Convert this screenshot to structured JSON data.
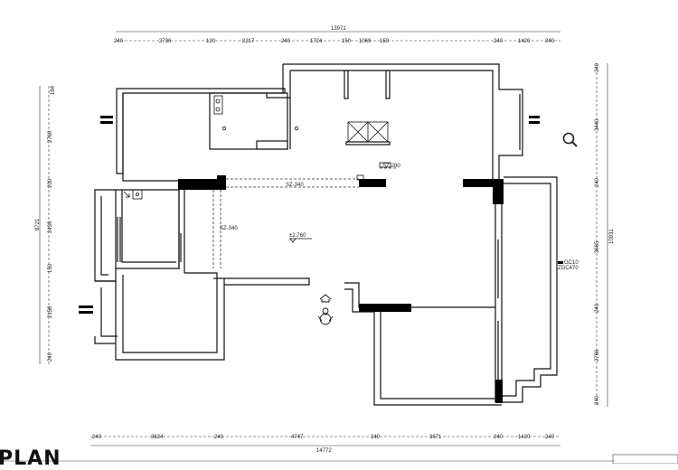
{
  "title": "PLAN",
  "level_mark": "±2.760",
  "beam_labels": {
    "main": "SZ-340",
    "left": "SZ-340",
    "small": "SZ-280"
  },
  "window_note": [
    "GC10",
    "ZGC470"
  ],
  "dimensions": {
    "top_total": "13971",
    "top_segments": [
      "240",
      "2736",
      "120",
      "2217",
      "240",
      "1724",
      "150",
      "1069",
      "150",
      "240",
      "1420",
      "240"
    ],
    "bottom_total": "14772",
    "bottom_segments": [
      "240",
      "3624",
      "240",
      "4747",
      "240",
      "3671",
      "240",
      "1420",
      "240"
    ],
    "left_total": "8721",
    "left_segments": [
      "184",
      "2760",
      "200",
      "2439",
      "150",
      "2158",
      "240"
    ],
    "right_total": "10931",
    "right_segments": [
      "240",
      "3440",
      "240",
      "3665",
      "240",
      "2766",
      "240"
    ]
  },
  "icons": {
    "search": "magnifier-icon",
    "entry": "entry-arrow-icon",
    "figure": "figure-symbol-icon"
  }
}
